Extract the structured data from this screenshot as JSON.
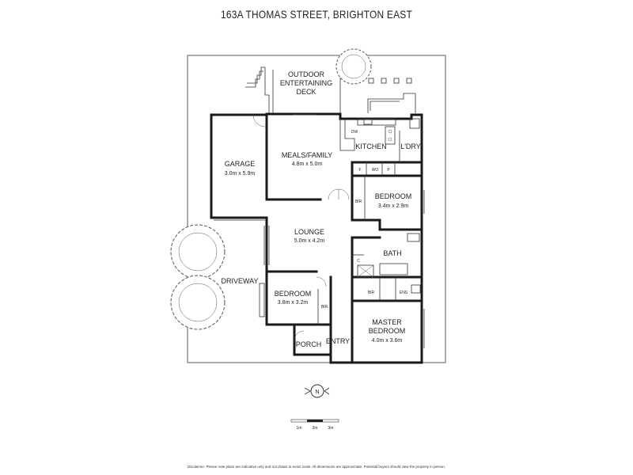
{
  "title": "163A THOMAS STREET, BRIGHTON EAST",
  "rooms": {
    "outdoor": [
      "OUTDOOR",
      "ENTERTAINING",
      "DECK"
    ],
    "garage": {
      "name": "GARAGE",
      "size": "3.0m x 5.9m"
    },
    "meals": {
      "name": "MEALS/FAMILY",
      "size": "4.8m x 5.0m"
    },
    "kitchen": "KITCHEN",
    "laundry": "L'DRY",
    "dw": "DW",
    "fridge": "F",
    "wo": "WO",
    "pantry": "P",
    "bedroom2": {
      "name": "BEDROOM",
      "size": "3.4m x 2.9m"
    },
    "bir1": "BIR",
    "lounge": {
      "name": "LOUNGE",
      "size": "5.0m x 4.2m"
    },
    "bath": "BATH",
    "cupboard": "C",
    "driveway": "DRIVEWAY",
    "bedroom1": {
      "name": "BEDROOM",
      "size": "3.8m x 3.2m"
    },
    "bir2": "BIR",
    "bir3": "BIR",
    "ens": "ENS",
    "master": {
      "name1": "MASTER",
      "name2": "BEDROOM",
      "size": "4.0m x 3.6m"
    },
    "porch": "PORCH",
    "entry": "ENTRY"
  },
  "compass": "N",
  "scale": [
    "1m",
    "2m",
    "3m"
  ],
  "disclaimer": "Disclaimer: Please note plans are indicative only and not drawn to exact scale. All dimensions are approximate. Potential buyers should view the property in person."
}
